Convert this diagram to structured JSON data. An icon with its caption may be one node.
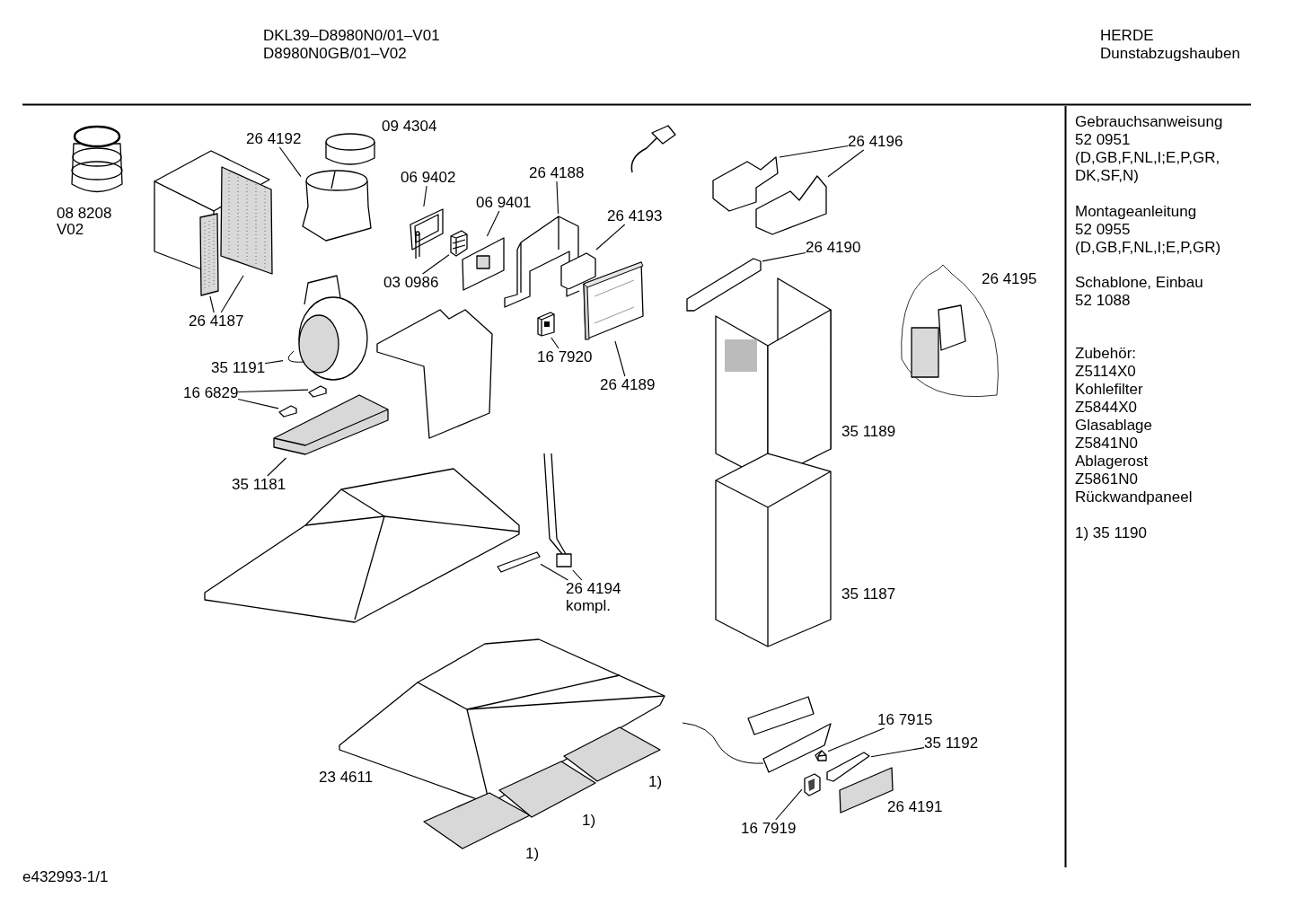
{
  "diagram": {
    "nodes": [
      {
        "text": [
          "26 4192"
        ]
      },
      {
        "text": [],
        "shape": "picture"
      },
      {
        "text": [
          "26 4187"
        ]
      },
      {
        "text": [],
        "shape": "picture"
      },
      {
        "text": [],
        "shape": "picture"
      },
      {
        "text": [
          "06 9402"
        ]
      },
      {
        "text": [],
        "shape": "picture"
      },
      {
        "text": [
          "06 9401"
        ]
      },
      {
        "text": [],
        "shape": "picture"
      },
      {
        "text": [
          "26 4188"
        ]
      },
      {
        "text": [],
        "shape": "picture"
      },
      {
        "text": [
          "26 4193"
        ]
      },
      {
        "text": [],
        "shape": "picture"
      },
      {
        "text": [
          "03 0986"
        ]
      },
      {
        "text": [],
        "shape": "picture"
      },
      {
        "text": [
          "35 1191"
        ]
      },
      {
        "text": [],
        "shape": "picture"
      },
      {
        "text": [
          "16 7920"
        ]
      },
      {
        "text": [],
        "shape": "picture"
      },
      {
        "text": [
          "26 4189"
        ]
      },
      {
        "text": [],
        "shape": "picture"
      },
      {
        "text": [
          "16 6829"
        ]
      },
      {
        "text": [],
        "shape": "picture"
      },
      {
        "text": [],
        "shape": "picture"
      },
      {
        "text": [
          "35 1181"
        ]
      },
      {
        "text": [],
        "shape": "picture"
      },
      {
        "text": [
          "26 4196"
        ]
      },
      {
        "text": [],
        "shape": "picture"
      },
      {
        "text": [],
        "shape": "picture"
      },
      {
        "text": [
          "26 4190"
        ]
      },
      {
        "text": [],
        "shape": "picture"
      },
      {
        "text": [
          "26 4194 kompl."
        ]
      },
      {
        "text": [],
        "shape": "picture"
      },
      {
        "text": [],
        "shape": "picture"
      },
      {
        "text": [
          "16 7915"
        ]
      },
      {
        "text": [],
        "shape": "picture"
      },
      {
        "text": [
          "35 1192"
        ]
      },
      {
        "text": [],
        "shape": "picture"
      },
      {
        "text": [
          "16 7919"
        ]
      },
      {
        "text": [],
        "shape": "picture"
      }
    ],
    "edges": [
      {
        "from": 0,
        "to": 1,
        "arrow": "none"
      },
      {
        "from": 2,
        "to": 3,
        "arrow": "none"
      },
      {
        "from": 2,
        "to": 4,
        "arrow": "none"
      },
      {
        "from": 5,
        "to": 6,
        "arrow": "none"
      },
      {
        "from": 7,
        "to": 8,
        "arrow": "none"
      },
      {
        "from": 9,
        "to": 10,
        "arrow": "none"
      },
      {
        "from": 11,
        "to": 12,
        "arrow": "none"
      },
      {
        "from": 13,
        "to": 14,
        "arrow": "none"
      },
      {
        "from": 15,
        "to": 16,
        "arrow": "none"
      },
      {
        "from": 17,
        "to": 18,
        "arrow": "none"
      },
      {
        "from": 19,
        "to": 20,
        "arrow": "none"
      },
      {
        "from": 21,
        "to": 22,
        "arrow": "none"
      },
      {
        "from": 21,
        "to": 23,
        "arrow": "none"
      },
      {
        "from": 24,
        "to": 25,
        "arrow": "none"
      },
      {
        "from": 26,
        "to": 27,
        "arrow": "none"
      },
      {
        "from": 26,
        "to": 28,
        "arrow": "none"
      },
      {
        "from": 29,
        "to": 30,
        "arrow": "none"
      },
      {
        "from": 31,
        "to": 32,
        "arrow": "none"
      },
      {
        "from": 31,
        "to": 33,
        "arrow": "none"
      },
      {
        "from": 34,
        "to": 35,
        "arrow": "none"
      },
      {
        "from": 36,
        "to": 37,
        "arrow": "none"
      },
      {
        "from": 38,
        "to": 39,
        "arrow": "none"
      }
    ],
    "labels": [
      "DKL39–D8980N0/01–V01",
      "D8980N0GB/01–V02",
      "HERDE",
      "Dunstabzugshauben",
      "09 4304",
      "08 8208",
      "V02",
      "26 4195",
      "35 1189",
      "35 1187",
      "23 4611",
      "1)",
      "1)",
      "1)",
      "26 4191",
      "Gebrauchsanweisung",
      "52 0951",
      "(D,GB,F,NL,I;E,P,GR, DK,SF,N)",
      "Montageanleitung",
      "52 0955",
      "(D,GB,F,NL,I;E,P,GR)",
      "Schablone, Einbau",
      "52 1088",
      "Zubehör:",
      "Z5114X0",
      "Kohlefilter",
      "Z5844X0",
      "Glasablage",
      "Z5841N0",
      "Ablagerost",
      "Z5861N0",
      "Rückwandpaneel",
      "1) 35 1190",
      "e432993-1/1"
    ]
  }
}
